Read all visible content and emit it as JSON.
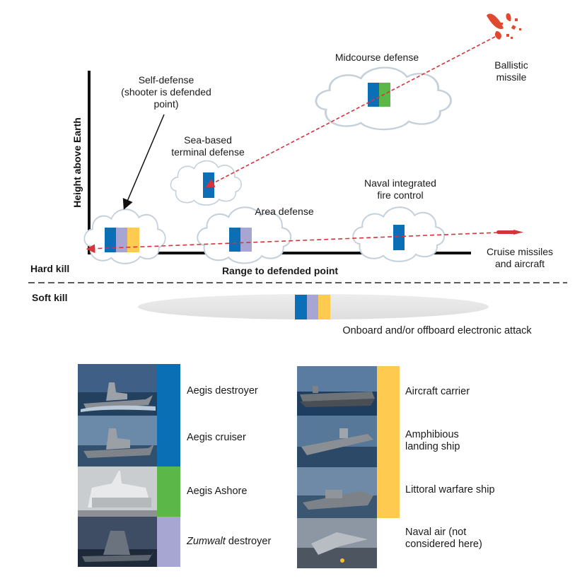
{
  "colors": {
    "blue": "#0a6fb5",
    "lavender": "#a7a6d3",
    "yellow": "#fecb50",
    "green": "#5bb747",
    "red_dashed": "#d8333a",
    "axis": "#111111",
    "cloud_stroke": "#c4d0da",
    "soft_kill_band": "#e6e6e6"
  },
  "axes": {
    "y_label": "Height above Earth",
    "x_label": "Range to defended point"
  },
  "regions": {
    "hard_kill": "Hard kill",
    "soft_kill": "Soft kill"
  },
  "zones": {
    "self_defense": [
      "Self-defense",
      "(shooter is defended",
      "point)"
    ],
    "sea_based_terminal": [
      "Sea-based",
      "terminal defense"
    ],
    "midcourse": "Midcourse defense",
    "area": "Area defense",
    "naval_integrated": [
      "Naval integrated",
      "fire control"
    ]
  },
  "threats": {
    "ballistic": [
      "Ballistic",
      "missile"
    ],
    "cruise": [
      "Cruise missiles",
      "and aircraft"
    ]
  },
  "soft_kill_caption": "Onboard and/or offboard electronic attack",
  "legend_left": [
    {
      "label": "Aegis destroyer",
      "icon": "destroyer-photo"
    },
    {
      "label": "Aegis cruiser",
      "icon": "cruiser-photo"
    },
    {
      "label": "Aegis Ashore",
      "icon": "ashore-photo"
    },
    {
      "label_italic": "Zumwalt",
      "label_rest": " destroyer",
      "icon": "zumwalt-photo"
    }
  ],
  "legend_right": [
    {
      "label": "Aircraft carrier",
      "icon": "carrier-photo"
    },
    {
      "label_line1": "Amphibious",
      "label_line2": "landing ship",
      "icon": "amphibious-photo"
    },
    {
      "label": "Littoral warfare ship",
      "icon": "littoral-photo"
    },
    {
      "label_line1": "Naval air (not",
      "label_line2": "considered here)",
      "icon": "naval-air-photo"
    }
  ]
}
